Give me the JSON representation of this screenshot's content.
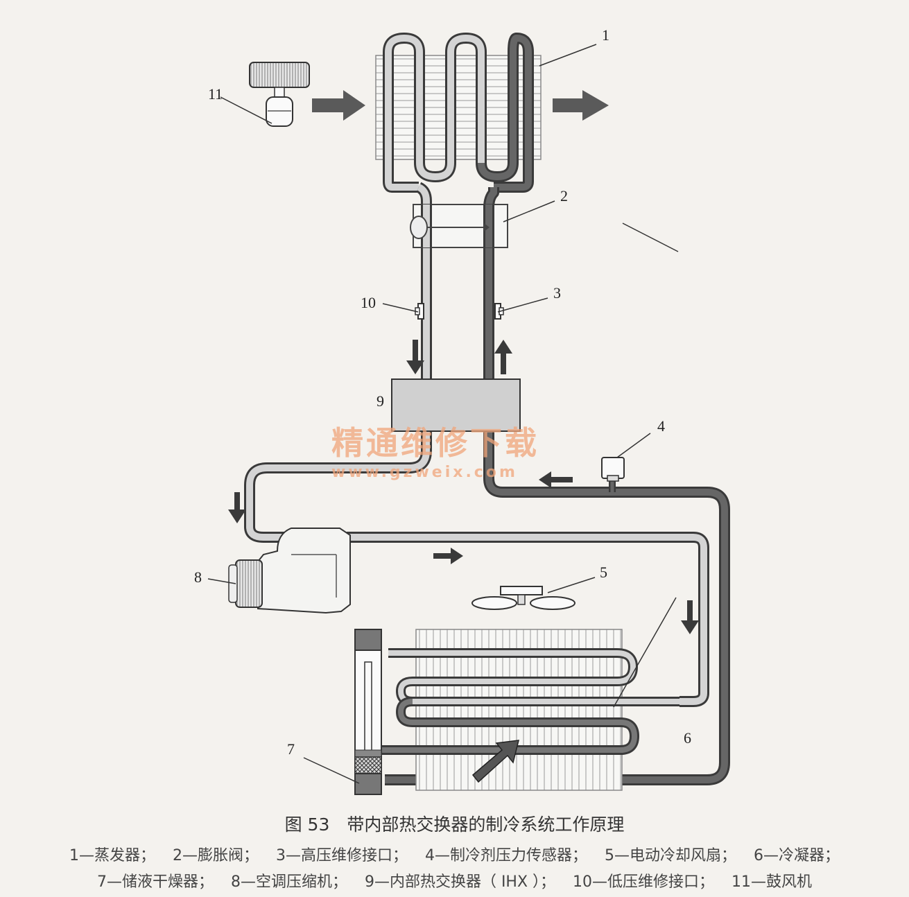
{
  "figure": {
    "caption": "图 53　带内部热交换器的制冷系统工作原理",
    "watermark_cn": "精通维修下载",
    "watermark_url": "www.gzweix.com"
  },
  "callouts": [
    "1",
    "2",
    "3",
    "4",
    "5",
    "6",
    "7",
    "8",
    "9",
    "10",
    "11"
  ],
  "legend": [
    "1—蒸发器；",
    "2—膨胀阀；",
    "3—高压维修接口；",
    "4—制冷剂压力传感器；",
    "5—电动冷却风扇；",
    "6—冷凝器；",
    "7—储液干燥器；",
    "8—空调压缩机；",
    "9—内部热交换器（ IHX ）；",
    "10—低压维修接口；",
    "11—鼓风机"
  ],
  "colors": {
    "high_pressure_pipe": "#5e5e5e",
    "low_pressure_pipe": "#c9c9c9",
    "pipe_outline": "#3a3a3a",
    "arrow": "#555555",
    "watermark": "#f0a57a"
  }
}
